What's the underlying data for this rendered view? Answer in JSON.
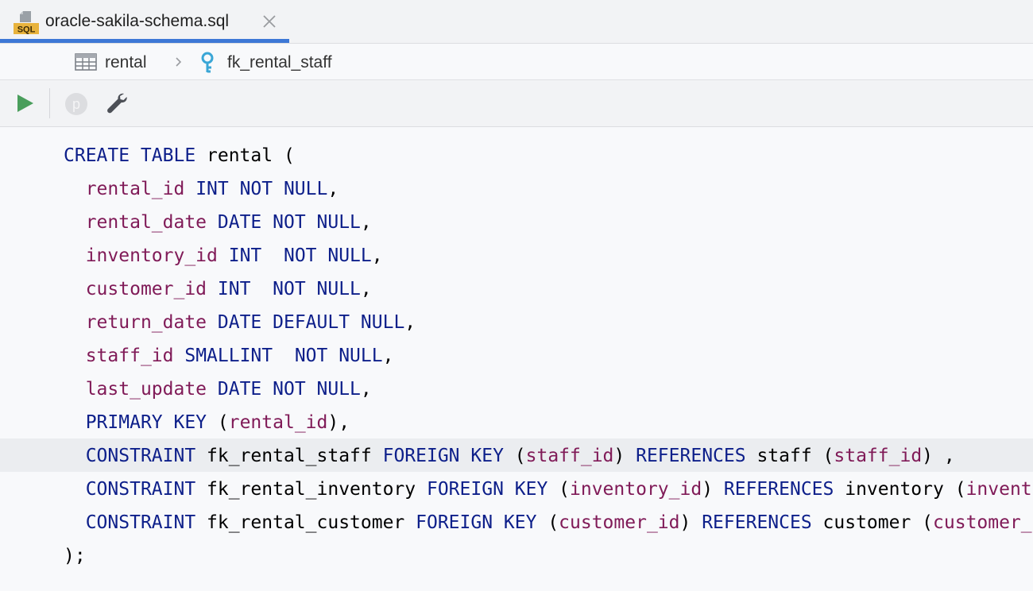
{
  "tab": {
    "title": "oracle-sakila-schema.sql",
    "icon": "sql-file-icon",
    "icon_label": "SQL",
    "accent": "#3d78d6"
  },
  "breadcrumb": {
    "table": "rental",
    "constraint": "fk_rental_staff"
  },
  "toolbar": {
    "run_icon": "run-icon",
    "param_icon": "parameter-icon",
    "param_letter": "p",
    "settings_icon": "wrench-icon"
  },
  "colors": {
    "keyword": "#0d1f8a",
    "field": "#801b58",
    "identifier": "#000000",
    "run": "#4a9e5c",
    "key_icon": "#3aa6d6"
  },
  "code": {
    "lines": [
      [
        {
          "t": "kw",
          "v": "CREATE TABLE"
        },
        {
          "t": "id",
          "v": " rental ("
        }
      ],
      [
        {
          "t": "pun",
          "v": "  "
        },
        {
          "t": "fld",
          "v": "rental_id"
        },
        {
          "t": "pun",
          "v": " "
        },
        {
          "t": "kw",
          "v": "INT NOT NULL"
        },
        {
          "t": "pun",
          "v": ","
        }
      ],
      [
        {
          "t": "pun",
          "v": "  "
        },
        {
          "t": "fld",
          "v": "rental_date"
        },
        {
          "t": "pun",
          "v": " "
        },
        {
          "t": "kw",
          "v": "DATE NOT NULL"
        },
        {
          "t": "pun",
          "v": ","
        }
      ],
      [
        {
          "t": "pun",
          "v": "  "
        },
        {
          "t": "fld",
          "v": "inventory_id"
        },
        {
          "t": "pun",
          "v": " "
        },
        {
          "t": "kw",
          "v": "INT  NOT NULL"
        },
        {
          "t": "pun",
          "v": ","
        }
      ],
      [
        {
          "t": "pun",
          "v": "  "
        },
        {
          "t": "fld",
          "v": "customer_id"
        },
        {
          "t": "pun",
          "v": " "
        },
        {
          "t": "kw",
          "v": "INT  NOT NULL"
        },
        {
          "t": "pun",
          "v": ","
        }
      ],
      [
        {
          "t": "pun",
          "v": "  "
        },
        {
          "t": "fld",
          "v": "return_date"
        },
        {
          "t": "pun",
          "v": " "
        },
        {
          "t": "kw",
          "v": "DATE DEFAULT NULL"
        },
        {
          "t": "pun",
          "v": ","
        }
      ],
      [
        {
          "t": "pun",
          "v": "  "
        },
        {
          "t": "fld",
          "v": "staff_id"
        },
        {
          "t": "pun",
          "v": " "
        },
        {
          "t": "kw",
          "v": "SMALLINT  NOT NULL"
        },
        {
          "t": "pun",
          "v": ","
        }
      ],
      [
        {
          "t": "pun",
          "v": "  "
        },
        {
          "t": "fld",
          "v": "last_update"
        },
        {
          "t": "pun",
          "v": " "
        },
        {
          "t": "kw",
          "v": "DATE NOT NULL"
        },
        {
          "t": "pun",
          "v": ","
        }
      ],
      [
        {
          "t": "pun",
          "v": "  "
        },
        {
          "t": "kw",
          "v": "PRIMARY KEY"
        },
        {
          "t": "pun",
          "v": " ("
        },
        {
          "t": "fld",
          "v": "rental_id"
        },
        {
          "t": "pun",
          "v": "),"
        }
      ],
      [
        {
          "t": "pun",
          "v": "  "
        },
        {
          "t": "kw",
          "v": "CONSTRAINT"
        },
        {
          "t": "id",
          "v": " fk_rental_staff "
        },
        {
          "t": "kw",
          "v": "FOREIGN KEY"
        },
        {
          "t": "pun",
          "v": " ("
        },
        {
          "t": "fld",
          "v": "staff_id"
        },
        {
          "t": "pun",
          "v": ") "
        },
        {
          "t": "kw",
          "v": "REFERENCES"
        },
        {
          "t": "id",
          "v": " staff "
        },
        {
          "t": "pun",
          "v": "("
        },
        {
          "t": "fld",
          "v": "staff_id"
        },
        {
          "t": "pun",
          "v": ") ,"
        }
      ],
      [
        {
          "t": "pun",
          "v": "  "
        },
        {
          "t": "kw",
          "v": "CONSTRAINT"
        },
        {
          "t": "id",
          "v": " fk_rental_inventory "
        },
        {
          "t": "kw",
          "v": "FOREIGN KEY"
        },
        {
          "t": "pun",
          "v": " ("
        },
        {
          "t": "fld",
          "v": "inventory_id"
        },
        {
          "t": "pun",
          "v": ") "
        },
        {
          "t": "kw",
          "v": "REFERENCES"
        },
        {
          "t": "id",
          "v": " inventory "
        },
        {
          "t": "pun",
          "v": "("
        },
        {
          "t": "fld",
          "v": "inventory_id"
        },
        {
          "t": "pun",
          "v": ") ,"
        }
      ],
      [
        {
          "t": "pun",
          "v": "  "
        },
        {
          "t": "kw",
          "v": "CONSTRAINT"
        },
        {
          "t": "id",
          "v": " fk_rental_customer "
        },
        {
          "t": "kw",
          "v": "FOREIGN KEY"
        },
        {
          "t": "pun",
          "v": " ("
        },
        {
          "t": "fld",
          "v": "customer_id"
        },
        {
          "t": "pun",
          "v": ") "
        },
        {
          "t": "kw",
          "v": "REFERENCES"
        },
        {
          "t": "id",
          "v": " customer "
        },
        {
          "t": "pun",
          "v": "("
        },
        {
          "t": "fld",
          "v": "customer_id"
        },
        {
          "t": "pun",
          "v": ") ,"
        }
      ],
      [
        {
          "t": "pun",
          "v": ");"
        }
      ]
    ],
    "highlighted_line": 10
  }
}
